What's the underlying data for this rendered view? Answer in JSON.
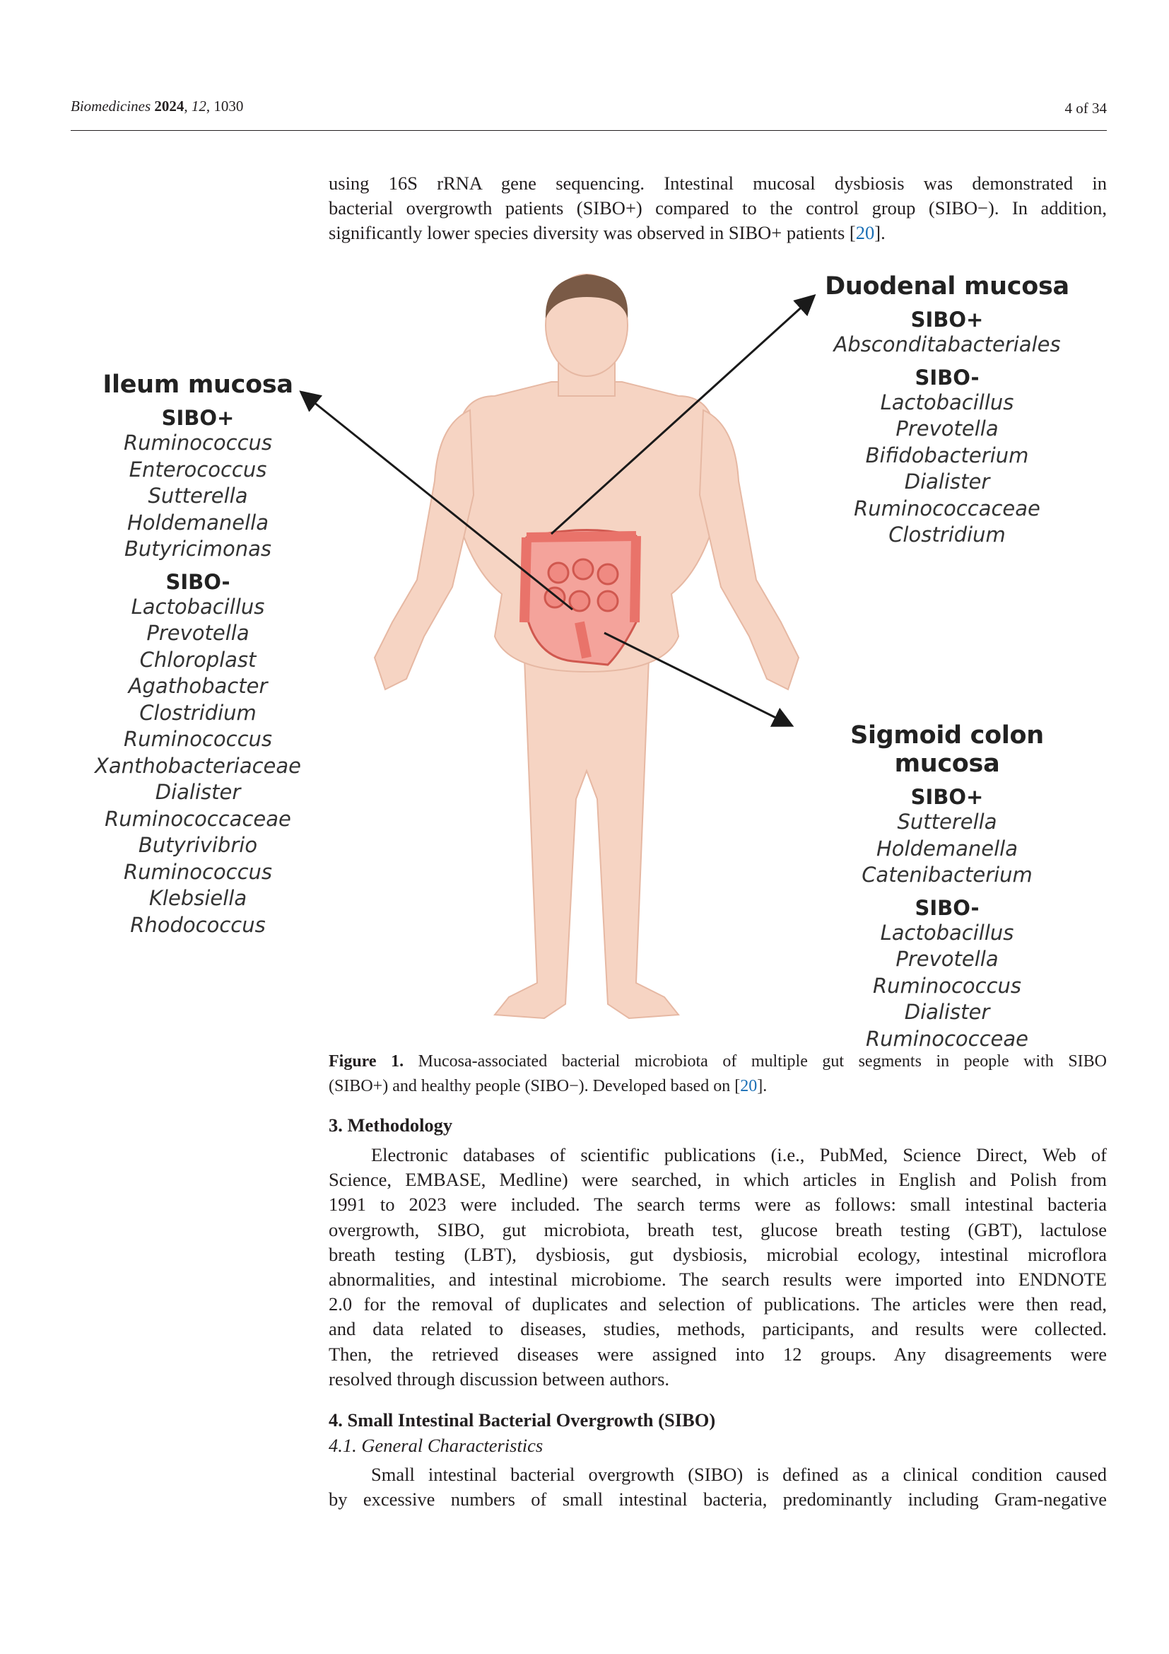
{
  "header": {
    "journal": "Biomedicines",
    "year": "2024",
    "volume": "12",
    "article": "1030",
    "page": "4 of 34"
  },
  "intro_lines": [
    "using 16S rRNA gene sequencing.  Intestinal mucosal dysbiosis was demonstrated in",
    "bacterial overgrowth patients (SIBO+) compared to the control group (SIBO−). In addition,",
    "significantly lower species diversity was observed in SIBO+ patients [",
    "20",
    "]."
  ],
  "figure": {
    "ileum": {
      "title": "Ileum mucosa",
      "sibo_pos_label": "SIBO+",
      "sibo_pos": [
        "Ruminococcus",
        "Enterococcus",
        "Sutterella",
        "Holdemanella",
        "Butyricimonas"
      ],
      "sibo_neg_label": "SIBO-",
      "sibo_neg": [
        "Lactobacillus",
        "Prevotella",
        "Chloroplast",
        "Agathobacter",
        "Clostridium",
        "Ruminococcus",
        "Xanthobacteriaceae",
        "Dialister",
        "Ruminococcaceae",
        "Butyrivibrio",
        "Ruminococcus",
        "Klebsiella",
        "Rhodococcus"
      ]
    },
    "duodenal": {
      "title": "Duodenal mucosa",
      "sibo_pos_label": "SIBO+",
      "sibo_pos": [
        "Absconditabacteriales"
      ],
      "sibo_neg_label": "SIBO-",
      "sibo_neg": [
        "Lactobacillus",
        "Prevotella",
        "Bifidobacterium",
        "Dialister",
        "Ruminococcaceae",
        "Clostridium"
      ]
    },
    "sigmoid": {
      "title": "Sigmoid colon mucosa",
      "sibo_pos_label": "SIBO+",
      "sibo_pos": [
        "Sutterella",
        "Holdemanella",
        "Catenibacterium"
      ],
      "sibo_neg_label": "SIBO-",
      "sibo_neg": [
        "Lactobacillus",
        "Prevotella",
        "Ruminococcus",
        "Dialister",
        "Ruminococceae"
      ]
    },
    "caption_label": "Figure 1.",
    "caption_line1": "Mucosa-associated bacterial microbiota of multiple gut segments in people with SIBO",
    "caption_line2a": "(SIBO+) and healthy people (SIBO−). Developed based on [",
    "caption_cite": "20",
    "caption_line2b": "]."
  },
  "section3": {
    "heading": "3. Methodology",
    "lines": [
      "Electronic databases of scientific publications (i.e., PubMed, Science Direct, Web of",
      "Science, EMBASE, Medline) were searched, in which articles in English and Polish from",
      "1991 to 2023 were included.  The search terms were as follows: small intestinal bacteria",
      "overgrowth, SIBO, gut microbiota, breath test, glucose breath testing (GBT), lactulose",
      "breath testing (LBT), dysbiosis, gut dysbiosis, microbial ecology, intestinal microflora",
      "abnormalities, and intestinal microbiome. The search results were imported into ENDNOTE",
      "2.0 for the removal of duplicates and selection of publications. The articles were then read,",
      "and data related to diseases, studies, methods, participants, and results were collected.",
      "Then, the retrieved diseases were assigned into 12 groups.  Any disagreements were",
      "resolved through discussion between authors."
    ]
  },
  "section4": {
    "heading": "4. Small Intestinal Bacterial Overgrowth (SIBO)",
    "subheading": "4.1. General Characteristics",
    "lines": [
      "Small intestinal bacterial overgrowth (SIBO) is defined as a clinical condition caused",
      "by excessive numbers of small intestinal bacteria, predominantly including Gram-negative"
    ]
  }
}
